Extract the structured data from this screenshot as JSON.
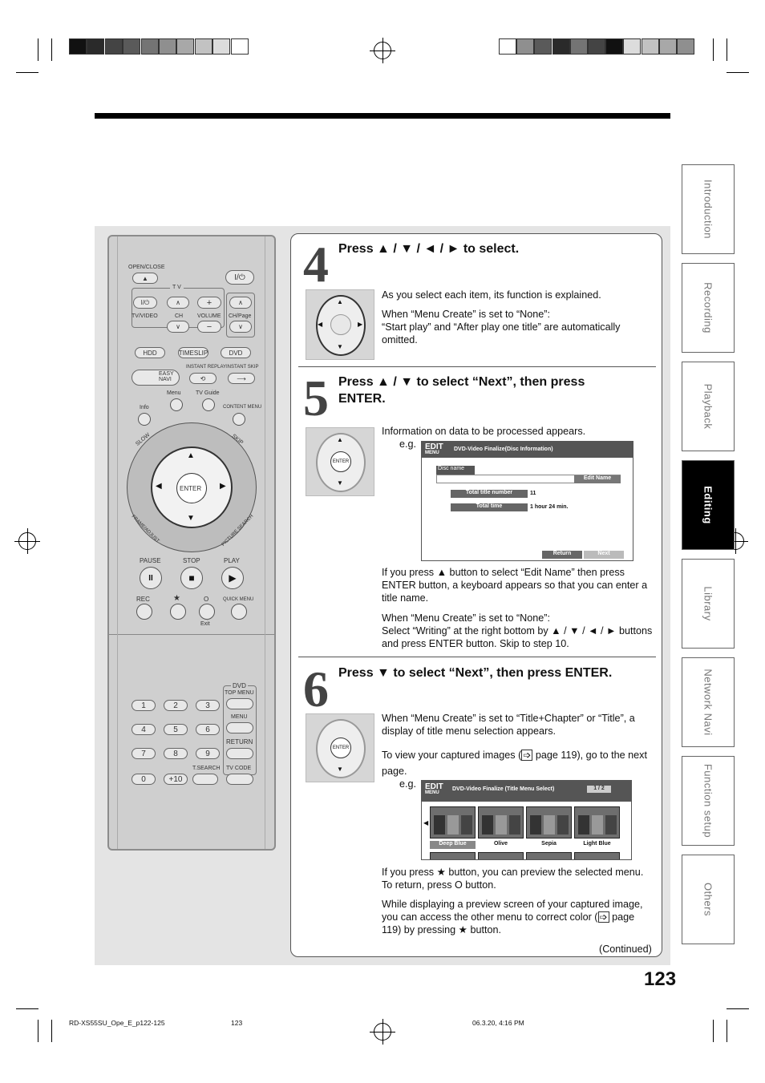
{
  "print_colors": [
    "#111111",
    "#2a2a2a",
    "#444444",
    "#5a5a5a",
    "#747474",
    "#8f8f8f",
    "#a8a8a8",
    "#c2c2c2",
    "#dcdcdc",
    "#ffffff"
  ],
  "tabs": [
    {
      "label": "Introduction",
      "active": false
    },
    {
      "label": "Recording",
      "active": false
    },
    {
      "label": "Playback",
      "active": false
    },
    {
      "label": "Editing",
      "active": true
    },
    {
      "label": "Library",
      "active": false
    },
    {
      "label": "Network Navi",
      "active": false
    },
    {
      "label": "Function setup",
      "active": false
    },
    {
      "label": "Others",
      "active": false
    }
  ],
  "remote": {
    "open_close": "OPEN/CLOSE",
    "tv": "T V",
    "tv_video": "TV/VIDEO",
    "ch": "CH",
    "volume": "VOLUME",
    "ch_page": "CH/Page",
    "hdd": "HDD",
    "timeslip": "TIMESLIP",
    "dvd": "DVD",
    "easy_navi": "EASY NAVI",
    "instant_replay": "INSTANT REPLAY",
    "instant_skip": "INSTANT SKIP",
    "menu": "Menu",
    "tv_guide": "TV Guide",
    "info": "Info",
    "content_menu": "CONTENT MENU",
    "slow": "SLOW",
    "skip": "SKIP",
    "enter": "ENTER",
    "frame_adjust": "FRAME/ADJUST",
    "picture_search": "PICTURE SEARCH",
    "pause": "PAUSE",
    "stop": "STOP",
    "play": "PLAY",
    "rec": "REC",
    "star": "★",
    "circle": "O",
    "quick_menu": "QUICK MENU",
    "exit": "Exit",
    "dvd2": "DVD",
    "top_menu": "TOP MENU",
    "menu2": "MENU",
    "return": "RETURN",
    "t_search": "T.SEARCH",
    "tv_code": "TV CODE",
    "keys": [
      "1",
      "2",
      "3",
      "4",
      "5",
      "6",
      "7",
      "8",
      "9",
      "0",
      "+10"
    ]
  },
  "step4": {
    "num": "4",
    "title": "Press ▲ / ▼ / ◄ / ► to select.",
    "p1": "As you select each item, its function is explained.",
    "p2": "When “Menu Create” is set to “None”:",
    "p3": "“Start play” and “After play one title” are automatically omitted."
  },
  "step5": {
    "num": "5",
    "title1": "Press ▲ / ▼ to select “Next”, then press",
    "title2": "ENTER.",
    "p1": "Information on data to be processed appears.",
    "eg": "e.g.",
    "osd": {
      "logo1": "EDIT",
      "logo2": "MENU",
      "head": "DVD-Video Finalize(Disc Information)",
      "disc_name": "Disc name",
      "edit_name": "Edit Name",
      "total_title_label": "Total title number",
      "total_title_value": "11",
      "total_time_label": "Total time",
      "total_time_value": "1 hour 24 min.",
      "return": "Return",
      "next": "Next"
    },
    "p2": "If you press ▲ button to select “Edit Name” then press ENTER button, a keyboard appears so that you can enter a title name.",
    "p3": "When “Menu Create” is set to “None”:",
    "p4": "Select “Writing” at the right bottom by ▲ / ▼ / ◄ / ► buttons and press ENTER button. Skip to step 10."
  },
  "step6": {
    "num": "6",
    "title": "Press ▼ to select “Next”, then press ENTER.",
    "p1": "When “Menu Create” is set to “Title+Chapter” or “Title”, a display of title menu selection appears.",
    "p2a": "To view your captured images (",
    "p2b": "page 119), go to the next page.",
    "eg": "e.g.",
    "osd": {
      "logo1": "EDIT",
      "logo2": "MENU",
      "head": "DVD-Video Finalize (Title Menu Select)",
      "page": "1 / 2",
      "themes": [
        "Deep Blue",
        "Olive",
        "Sepia",
        "Light Blue"
      ]
    },
    "p3": "If you press ★ button, you can preview the selected menu. To return, press O button.",
    "p4a": "While displaying a preview screen of your captured image, you can access the other menu to correct color (",
    "p4b": "page 119) by pressing ★ button.",
    "continued": "(Continued)"
  },
  "page_number": "123",
  "footer": {
    "file": "RD-XS55SU_Ope_E_p122-125",
    "page": "123",
    "date": "06.3.20, 4:16 PM"
  }
}
